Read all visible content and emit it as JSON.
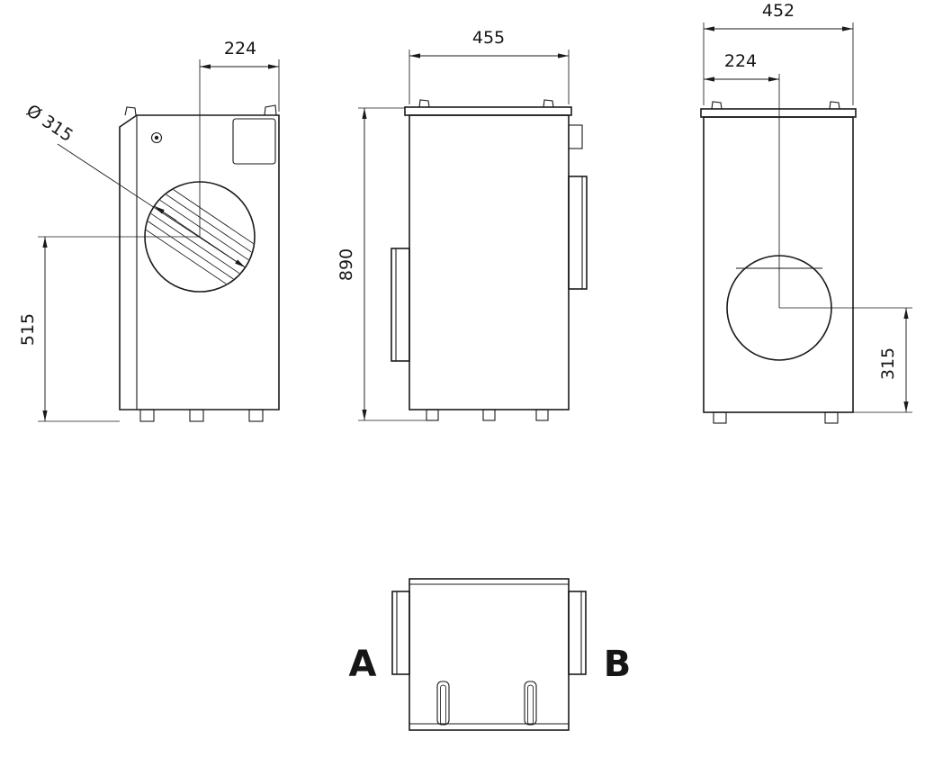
{
  "drawing": {
    "kind": "technical-orthographic-views",
    "views": {
      "front": {
        "dim_top": "224",
        "dim_diameter": "Ø 315",
        "dim_left": "515"
      },
      "side": {
        "dim_top": "455",
        "dim_left": "890"
      },
      "back": {
        "dim_top": "452",
        "dim_offset": "224",
        "dim_right": "315"
      },
      "bottom": {
        "label_a": "A",
        "label_b": "B"
      }
    },
    "colors": {
      "line": "#1a1a1a",
      "background": "#ffffff"
    }
  }
}
